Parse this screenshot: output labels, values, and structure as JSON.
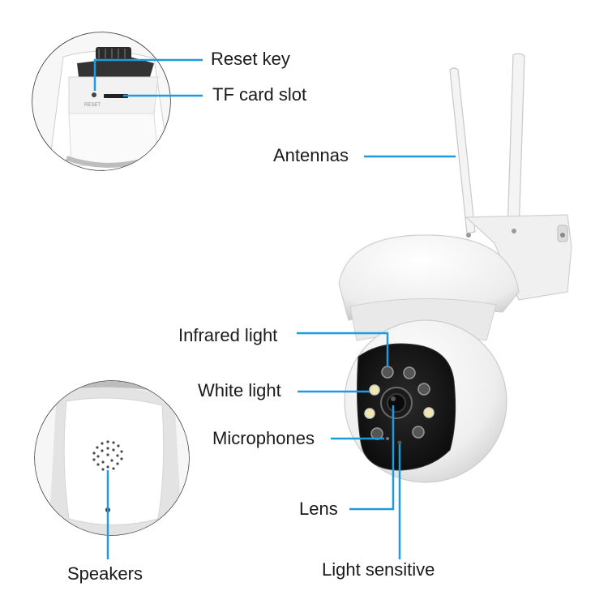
{
  "labels": {
    "reset_key": "Reset key",
    "tf_card_slot": "TF card slot",
    "antennas": "Antennas",
    "infrared_light": "Infrared light",
    "white_light": "White light",
    "microphones": "Microphones",
    "lens": "Lens",
    "light_sensitive": "Light sensitive",
    "speakers": "Speakers",
    "reset_engraving": "RESET"
  },
  "colors": {
    "leader_line": "#1e9be0",
    "camera_body": "#f5f5f5",
    "camera_shadow": "#d8d8d8",
    "camera_face": "#141414",
    "led_white": "#f3e7b0",
    "led_infrared": "#5a5a5a"
  }
}
